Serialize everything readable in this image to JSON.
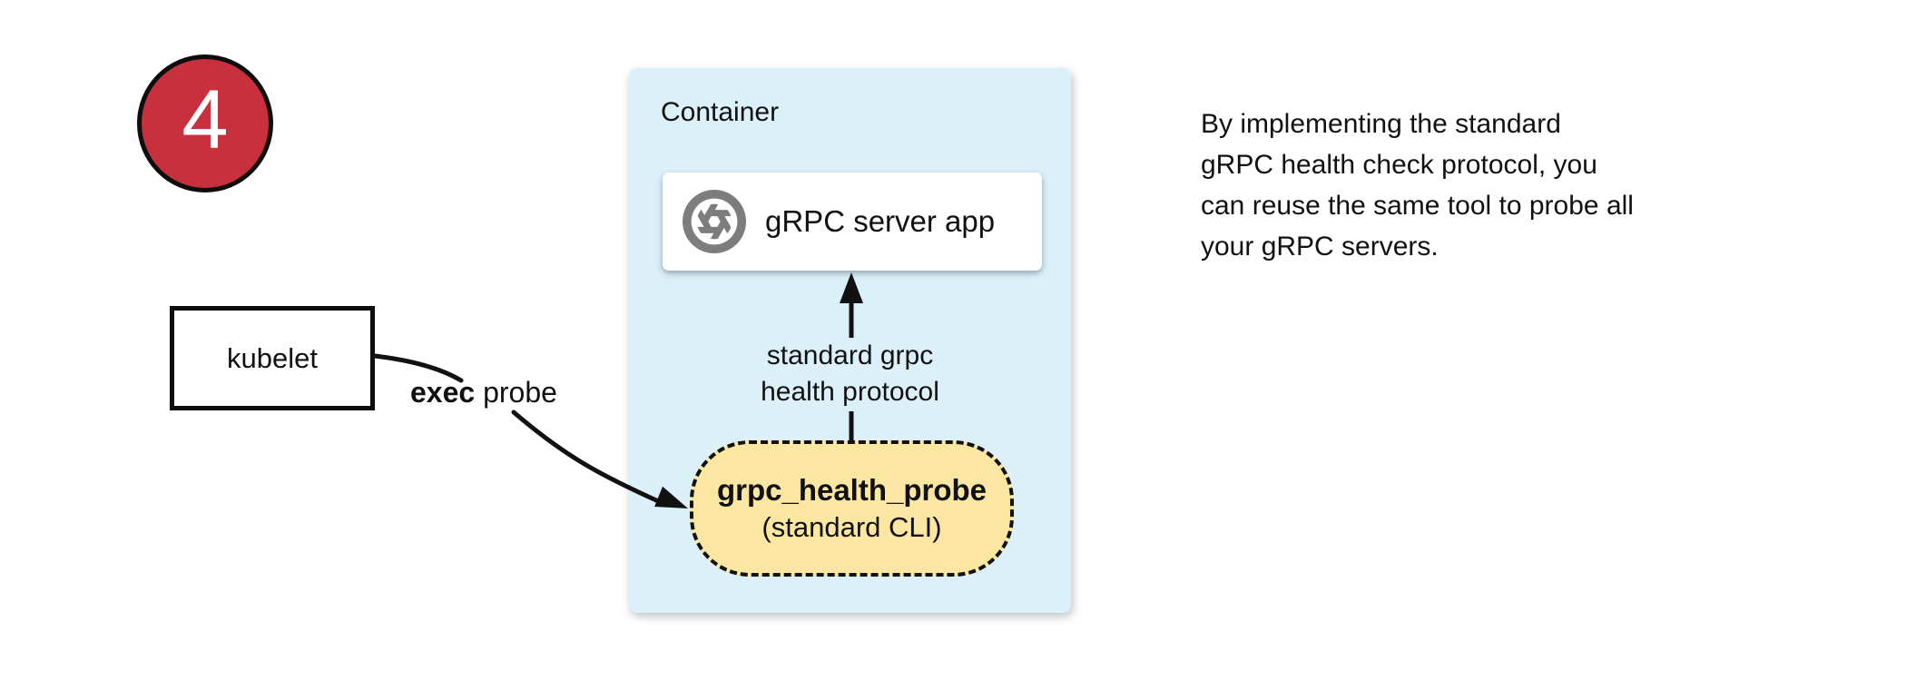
{
  "step_badge": {
    "number": "4",
    "fill_color": "#C7303C"
  },
  "kubelet": {
    "label": "kubelet"
  },
  "exec_probe": {
    "bold_text": "exec",
    "regular_text": " probe"
  },
  "container": {
    "title": "Container",
    "fill_color": "#DCF0FA",
    "server_app": {
      "icon": "aperture-icon",
      "icon_color": "#7D7D7D",
      "label": "gRPC server app"
    },
    "protocol_label": {
      "line1": "standard grpc",
      "line2": "health protocol"
    },
    "health_probe": {
      "title": "grpc_health_probe",
      "subtitle": "(standard CLI)",
      "fill_color": "#FBE7A1"
    }
  },
  "caption": {
    "lines": [
      "By implementing the standard",
      "gRPC health check protocol, you",
      "can reuse the same tool to probe all",
      "your gRPC servers."
    ]
  }
}
